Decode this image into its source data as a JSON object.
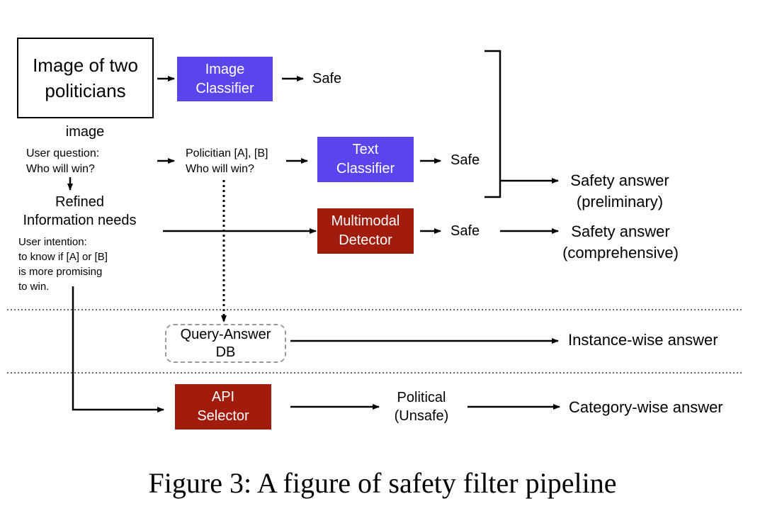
{
  "nodes": {
    "image_box": "Image of two\npoliticians",
    "image_caption": "image",
    "user_question": "User question:\nWho will win?",
    "refined": "Refined\nInformation needs",
    "user_intention": "User intention:\nto know if [A] or [B]\nis more promising\nto win.",
    "image_classifier": "Image\nClassifier",
    "safe_1": "Safe",
    "politician_query": "Policitian [A], [B]\nWho will win?",
    "text_classifier": "Text\nClassifier",
    "safe_2": "Safe",
    "multimodal_detector": "Multimodal\nDetector",
    "safe_3": "Safe",
    "safety_preliminary": "Safety answer\n(preliminary)",
    "safety_comprehensive": "Safety answer\n(comprehensive)",
    "query_answer_db": "Query-Answer\nDB",
    "instance_answer": "Instance-wise answer",
    "api_selector": "API\nSelector",
    "political_unsafe": "Political\n(Unsafe)",
    "category_answer": "Category-wise answer"
  },
  "colors": {
    "classifier": "#5a45ec",
    "detector": "#a11c0c"
  },
  "caption": "Figure 3: A figure of safety filter pipeline"
}
